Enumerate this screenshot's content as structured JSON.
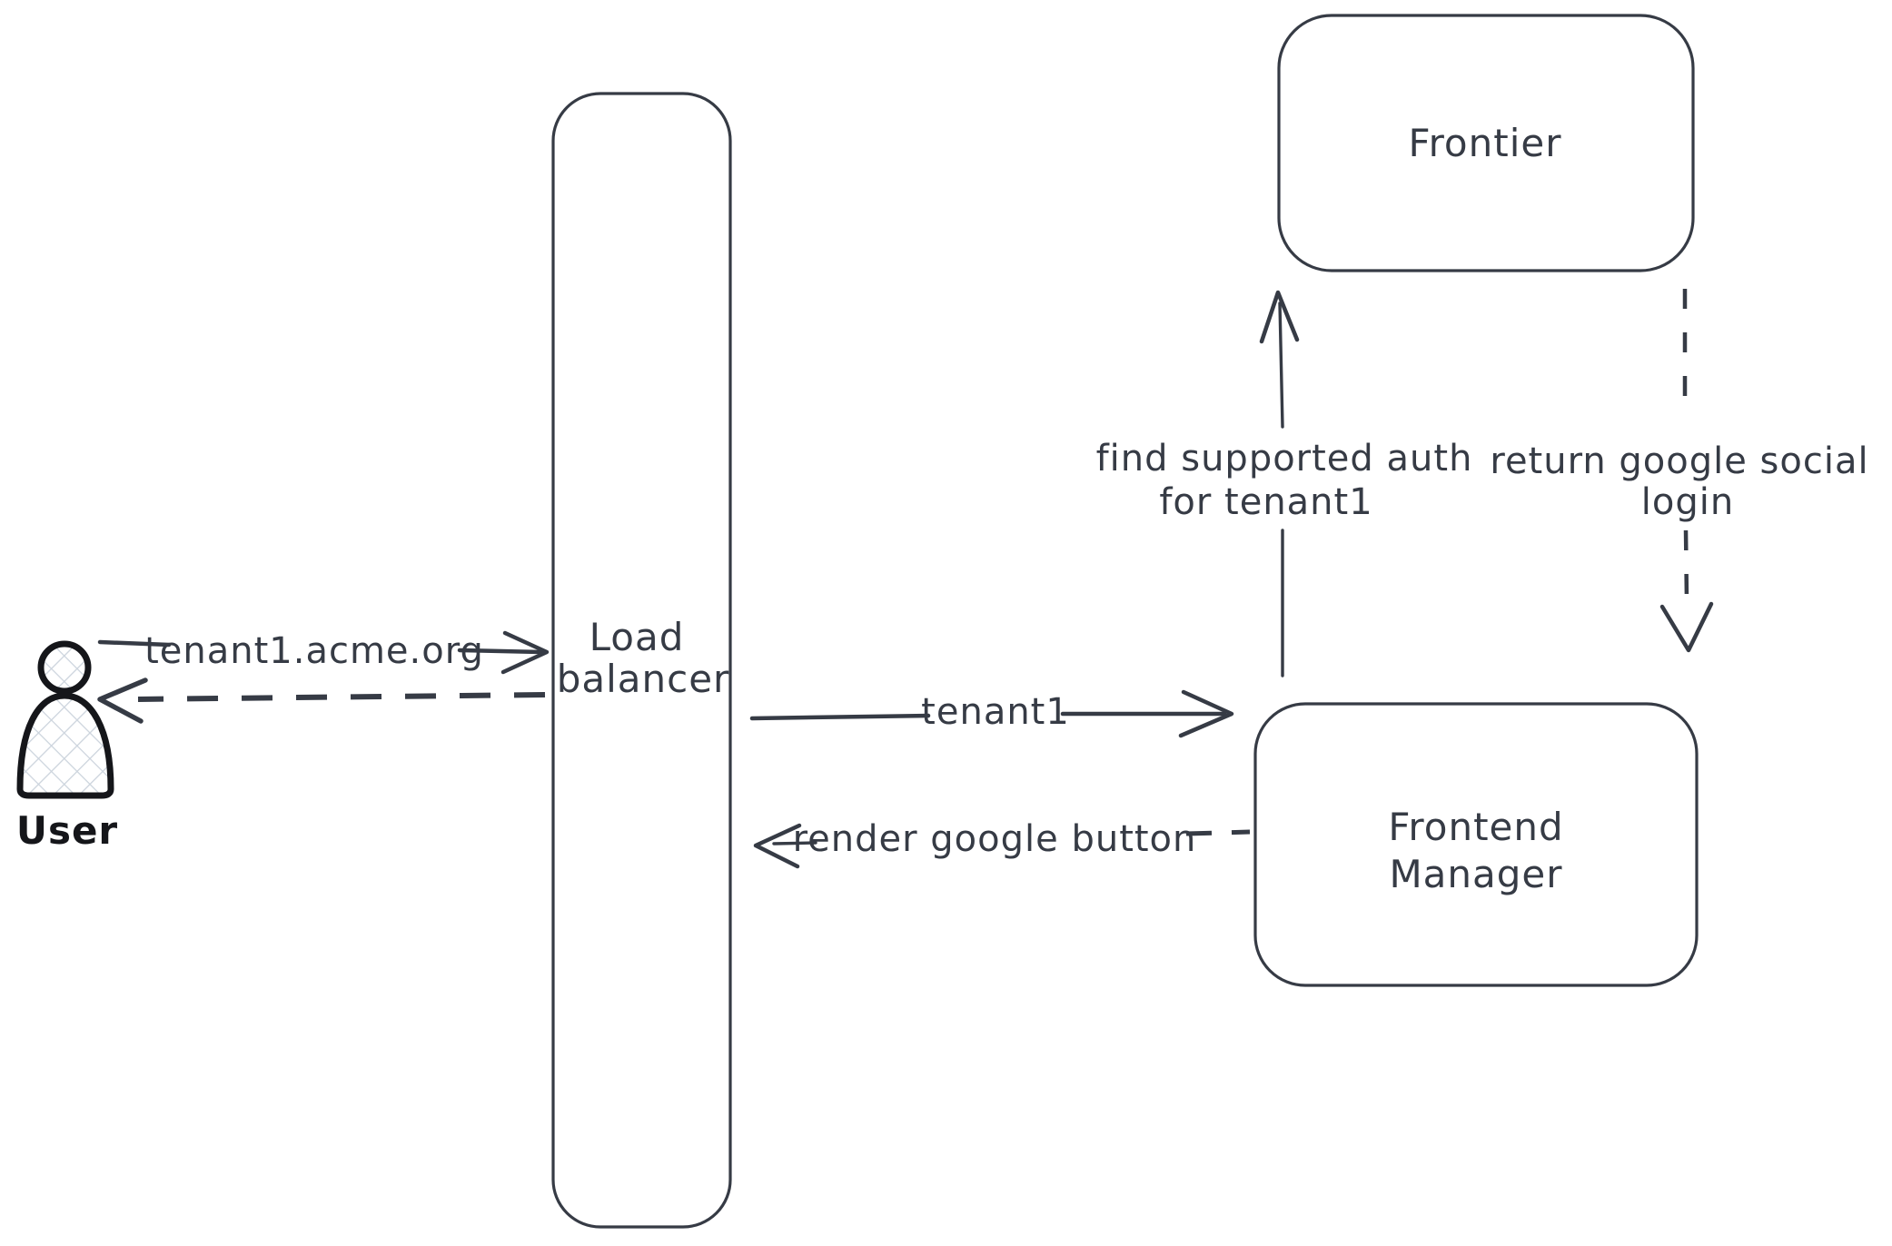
{
  "nodes": {
    "user": {
      "label": "User"
    },
    "load_balancer": {
      "line1": "Load",
      "line2": "balancer"
    },
    "frontier": {
      "label": "Frontier"
    },
    "frontend_manager": {
      "line1": "Frontend",
      "line2": "Manager"
    }
  },
  "arrows": {
    "user_to_lb": {
      "label": "tenant1.acme.org",
      "style": "solid",
      "direction": "right"
    },
    "lb_to_user": {
      "style": "dashed",
      "direction": "left"
    },
    "lb_to_fm": {
      "label": "tenant1",
      "style": "solid",
      "direction": "right"
    },
    "fm_to_lb": {
      "label": "render google button",
      "style": "dashed",
      "direction": "left"
    },
    "fm_to_frontier": {
      "line1": "find supported auth",
      "line2": "for tenant1",
      "style": "solid",
      "direction": "up"
    },
    "frontier_to_fm": {
      "line1": "return google social",
      "line2": "login",
      "style": "dashed",
      "direction": "down"
    }
  },
  "colors": {
    "stroke": "#363b45",
    "text": "#363b45",
    "user_stroke": "#15161a",
    "hatch": "#ccd4dd",
    "background": "#ffffff"
  }
}
